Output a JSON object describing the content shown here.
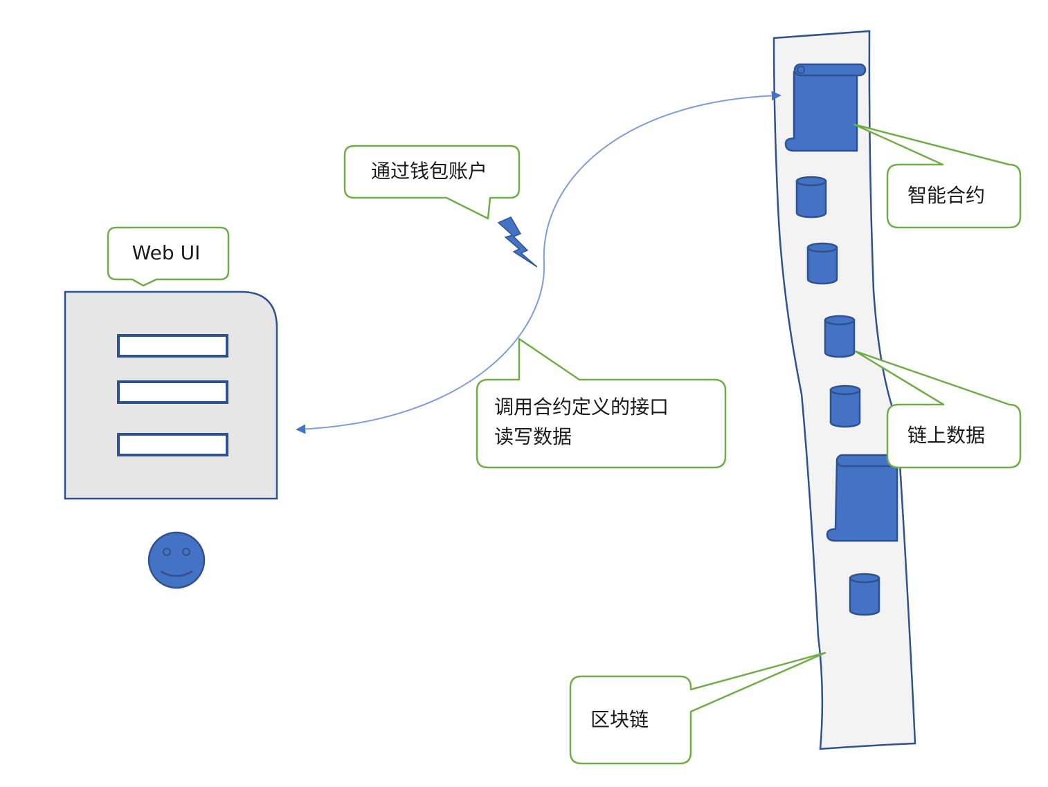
{
  "labels": {
    "web_ui": "Web UI",
    "wallet_account": "通过钱包账户",
    "call_contract_line1": "调用合约定义的接口",
    "call_contract_line2": "读写数据",
    "smart_contract": "智能合约",
    "on_chain_data": "链上数据",
    "blockchain": "区块链"
  },
  "icons": {
    "lightning": "lightning-bolt-icon",
    "user": "smiley-face-icon",
    "contract": "scroll-icon",
    "data": "cylinder-database-icon"
  },
  "colors": {
    "callout_border": "#70ad47",
    "shape_blue": "#4472c4",
    "shape_blue_dark": "#2f528f",
    "arrow_line": "#7c9ddc",
    "panel_fill": "#e6e6e6",
    "chain_fill": "#f3f3f3"
  }
}
